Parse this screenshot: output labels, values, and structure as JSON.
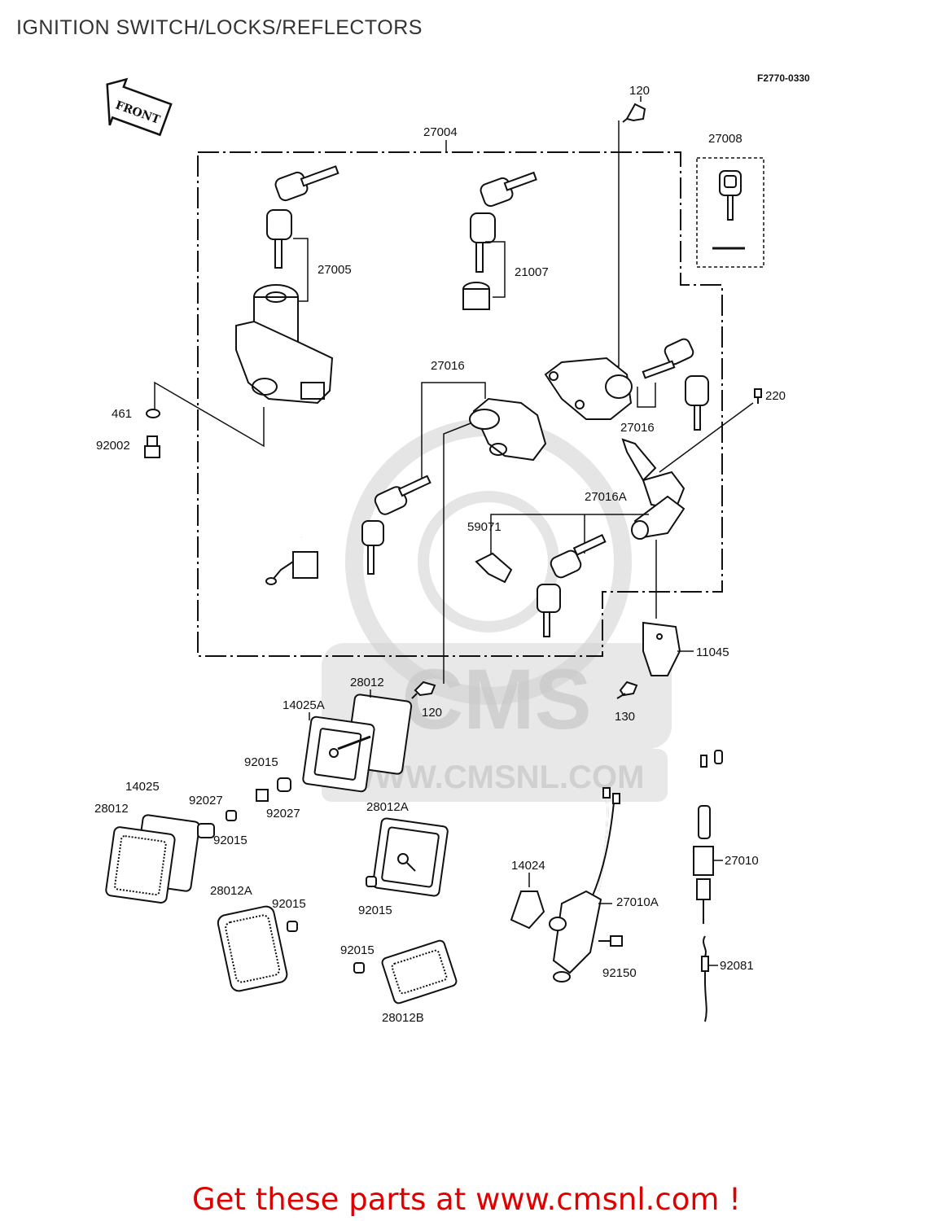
{
  "title": "IGNITION SWITCH/LOCKS/REFLECTORS",
  "code": "F2770-0330",
  "direction": "FRONT",
  "watermark": {
    "brand": "CMS",
    "site": "WWW.CMSNL.COM"
  },
  "footer": "Get these parts at www.cmsnl.com !",
  "parts": {
    "p27004": "27004",
    "p27008": "27008",
    "p120a": "120",
    "p120b": "120",
    "p27005": "27005",
    "p21007": "21007",
    "p461": "461",
    "p92002": "92002",
    "p27016a": "27016",
    "p27016b": "27016",
    "p220": "220",
    "p27016A": "27016A",
    "p59071": "59071",
    "p11045": "11045",
    "p130": "130",
    "p28012a": "28012",
    "p14025A": "14025A",
    "p92015a": "92015",
    "p92027a": "92027",
    "p14025": "14025",
    "p92027b": "92027",
    "p28012b": "28012",
    "p92015b": "92015",
    "p28012Aa": "28012A",
    "p92015c": "92015",
    "p28012Ab": "28012A",
    "p92015d": "92015",
    "p92015e": "92015",
    "p28012B": "28012B",
    "p14024": "14024",
    "p27010A": "27010A",
    "p92150": "92150",
    "p27010": "27010",
    "p92081": "92081"
  }
}
